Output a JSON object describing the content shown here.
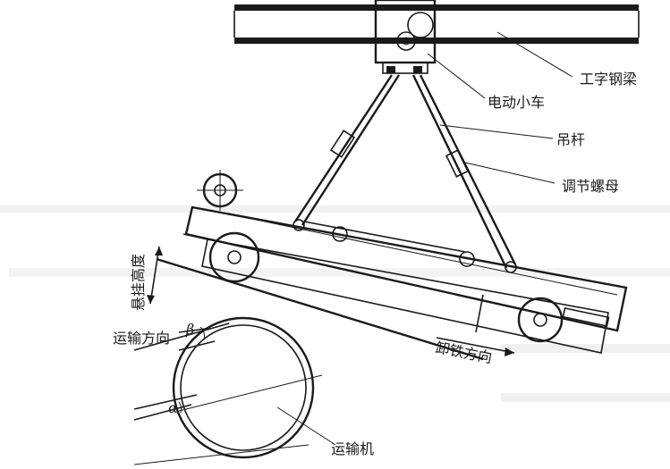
{
  "labels": {
    "i_beam": "工字钢梁",
    "electric_trolley": "电动小车",
    "hanger_rod": "吊杆",
    "adjusting_nut": "调节螺母",
    "suspension_height": "悬挂高度",
    "conveying_direction": "运输方向",
    "beta": "β",
    "alpha": "α",
    "unloading_direction": "卸铁方向",
    "conveyor": "运输机"
  }
}
